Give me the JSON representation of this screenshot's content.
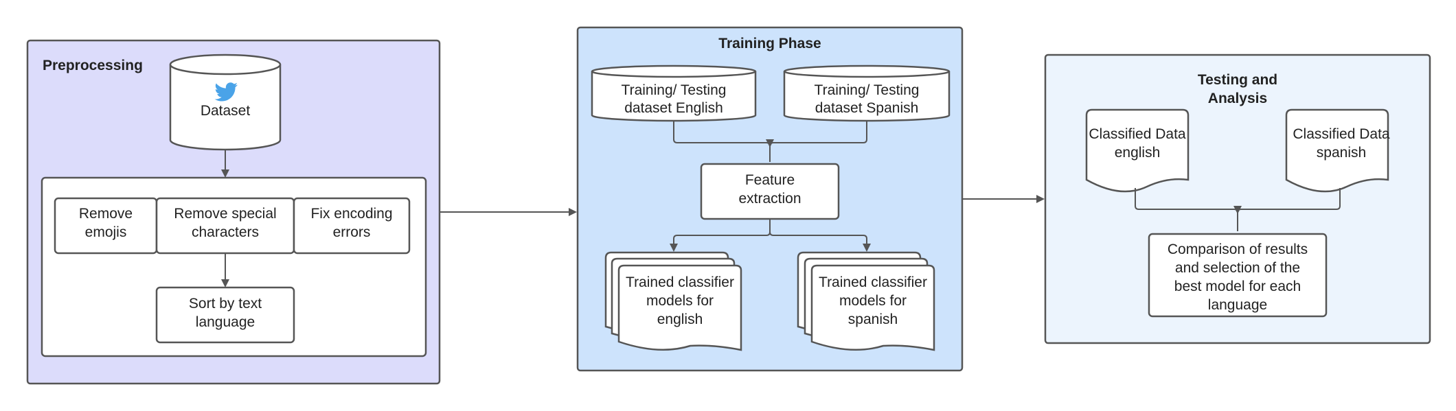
{
  "colors": {
    "preprocessing_fill": "#dcdcfb",
    "training_fill": "#cde3fc",
    "testing_fill": "#ecf4fd",
    "stroke": "#555555",
    "twitter_blue": "#4aa3e8"
  },
  "preprocessing": {
    "title": "Preprocessing",
    "dataset_icon": "twitter-bird-icon",
    "dataset_label": "Dataset",
    "remove_emojis": [
      "Remove",
      "emojis"
    ],
    "remove_special": [
      "Remove special",
      "characters"
    ],
    "fix_encoding": [
      "Fix encoding",
      "errors"
    ],
    "sort_language": [
      "Sort by text",
      "language"
    ]
  },
  "training": {
    "title": "Training Phase",
    "dataset_english": [
      "Training/ Testing",
      "dataset English"
    ],
    "dataset_spanish": [
      "Training/ Testing",
      "dataset Spanish"
    ],
    "feature_extraction": [
      "Feature",
      "extraction"
    ],
    "models_english": [
      "Trained classifier",
      "models for",
      "english"
    ],
    "models_spanish": [
      "Trained classifier",
      "models for",
      "spanish"
    ]
  },
  "testing": {
    "title": [
      "Testing and",
      "Analysis"
    ],
    "classified_english": [
      "Classified Data",
      "english"
    ],
    "classified_spanish": [
      "Classified Data",
      "spanish"
    ],
    "comparison": [
      "Comparison of results",
      "and selection of the",
      "best model for each",
      "language"
    ]
  }
}
